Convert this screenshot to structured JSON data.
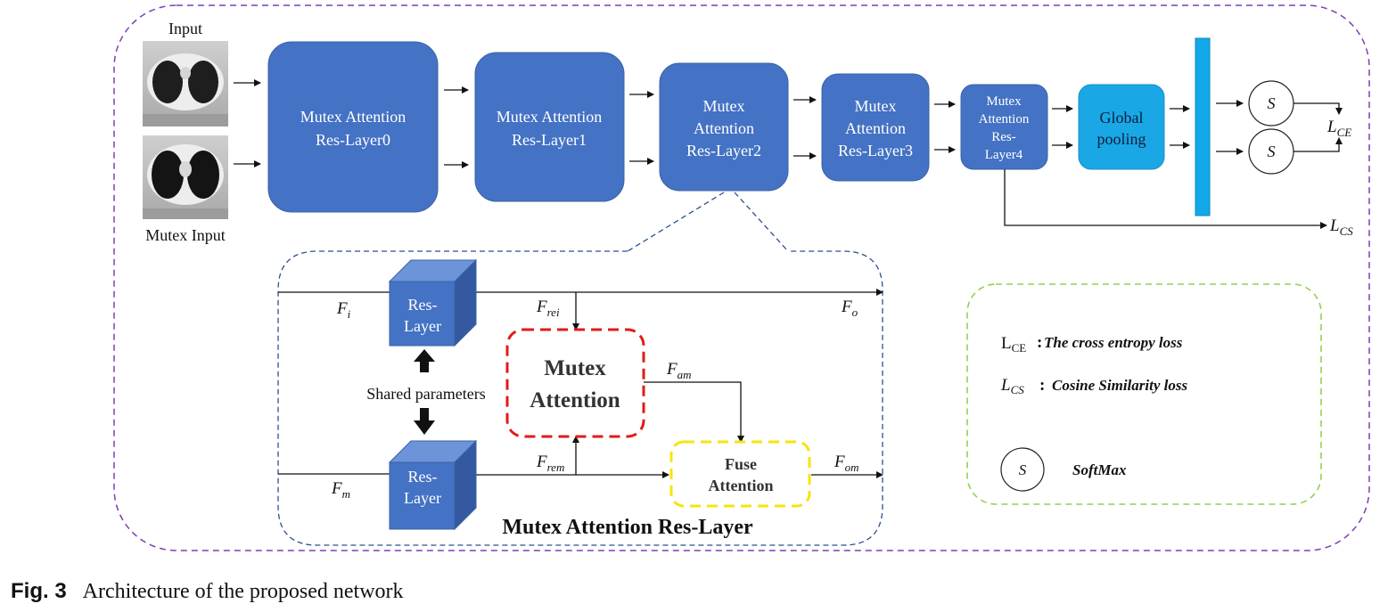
{
  "inputs": {
    "input_label": "Input",
    "mutex_input_label": "Mutex Input"
  },
  "layers": {
    "layer0": [
      "Mutex Attention",
      "Res-Layer0"
    ],
    "layer1": [
      "Mutex Attention",
      "Res-Layer1"
    ],
    "layer2": [
      "Mutex",
      "Attention",
      "Res-Layer2"
    ],
    "layer3": [
      "Mutex",
      "Attention",
      "Res-Layer3"
    ],
    "layer4": [
      "Mutex",
      "Attention",
      "Res-",
      "Layer4"
    ]
  },
  "global_pooling": [
    "Global",
    "pooling"
  ],
  "softmax_symbol": "S",
  "loss_labels": {
    "ce_main": "L",
    "ce_sub": "CE",
    "cs_main": "L",
    "cs_sub": "CS"
  },
  "detail": {
    "title": "Mutex Attention Res-Layer",
    "res_layer": [
      "Res-",
      "Layer"
    ],
    "shared_parameters": "Shared parameters",
    "mutex_attention": [
      "Mutex",
      "Attention"
    ],
    "fuse_attention": [
      "Fuse",
      "Attention"
    ],
    "features": {
      "fi": {
        "main": "F",
        "sub": "i"
      },
      "fm": {
        "main": "F",
        "sub": "m"
      },
      "frei": {
        "main": "F",
        "sub": "rei"
      },
      "frem": {
        "main": "F",
        "sub": "rem"
      },
      "fo": {
        "main": "F",
        "sub": "o"
      },
      "fam": {
        "main": "F",
        "sub": "am"
      },
      "fom": {
        "main": "F",
        "sub": "om"
      }
    }
  },
  "legend": {
    "ce": {
      "main": "L",
      "sub": "CE",
      "desc": "The cross entropy loss"
    },
    "cs": {
      "main": "L",
      "sub": "CS",
      "desc": "Cosine Similarity loss"
    },
    "softmax": {
      "symbol": "S",
      "desc": "SoftMax"
    },
    "separator": ":"
  },
  "caption": {
    "fig_label": "Fig. 3",
    "text": "Architecture of the proposed network"
  },
  "colors": {
    "block": "#4472c4",
    "pooling": "#1aa7e6",
    "fc_bar": "#12a9e8",
    "outer_border": "#7d3fb5",
    "detail_border": "#2f4f8f",
    "legend_border": "#92d050",
    "mutex_attention_border": "#e01b1b",
    "fuse_attention_border": "#f5e50c"
  }
}
